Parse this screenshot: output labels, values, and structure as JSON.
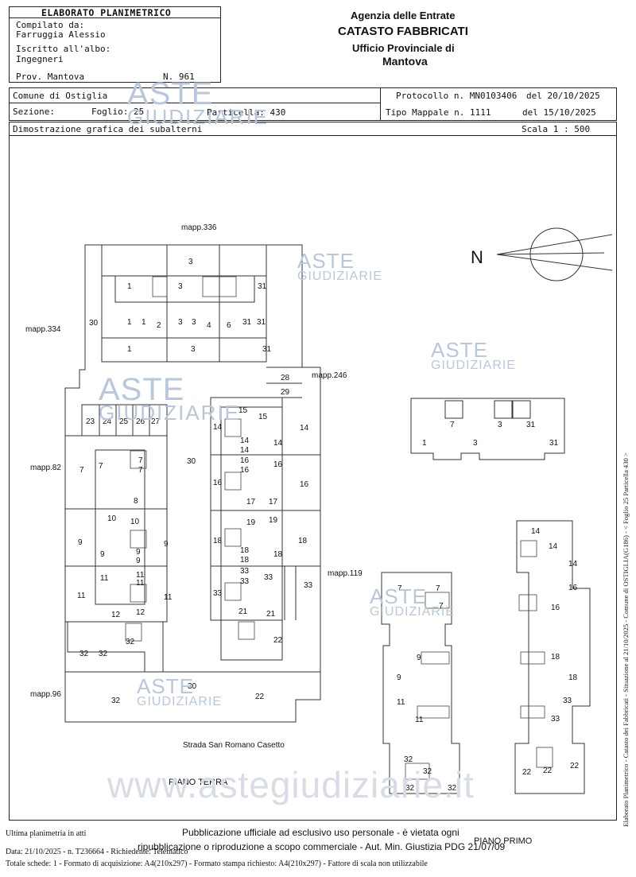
{
  "header": {
    "title": "ELABORATO PLANIMETRICO",
    "compiled_by_label": "Compilato da:",
    "compiled_by": "Farruggia Alessio",
    "registered_label": "Iscritto all'albo:",
    "registered": "Ingegneri",
    "province": "Prov. Mantova",
    "number": "N. 961",
    "agency_line1": "Agenzia delle Entrate",
    "agency_line2": "CATASTO FABBRICATI",
    "agency_line3": "Ufficio Provinciale di",
    "agency_line4": "Mantova",
    "comune": "Comune di Ostiglia",
    "sezione": "Sezione:",
    "foglio": "Foglio: 25",
    "particella": "Particella: 430",
    "protocollo": "Protocollo n. MN0103406",
    "protocollo_date": "del  20/10/2025",
    "tipo_mappale": "Tipo Mappale n. 1111",
    "tipo_date": "del 15/10/2025",
    "dimostrazione": "Dimostrazione grafica dei subalterni",
    "scala": "Scala 1 : 500"
  },
  "watermark": {
    "line1": "ASTE",
    "line2": "GIUDIZIARIE",
    "site": "www.astegiudiziarie.it"
  },
  "plan": {
    "north": "N",
    "mapp_336": "mapp.336",
    "mapp_334": "mapp.334",
    "mapp_246": "mapp.246",
    "mapp_82": "mapp.82",
    "mapp_119": "mapp.119",
    "mapp_96": "mapp.96",
    "road": "Strada San Romano Casetto",
    "piano_terra": "PIANO TERRA",
    "piano_primo": "PIANO PRIMO"
  },
  "side_text": "Elaborato Planimetrico - Catasto dei Fabbricati - Situazione al 21/10/2025 - Comune di OSTIGLIA(G186) - < Foglio 25 Particella 430 >",
  "footer": {
    "ultima": "Ultima planimetria in atti",
    "pub1": "Pubblicazione ufficiale ad esclusivo uso personale - è vietata ogni",
    "pub2": "ripubblicazione o riproduzione a scopo commerciale - Aut. Min. Giustizia PDG 21/07/09",
    "data": "Data: 21/10/2025 - n. T236664 - Richiedente: Telematico",
    "totale": "Totale schede: 1 - Formato di acquisizione: A4(210x297)  - Formato stampa richiesto: A4(210x297) - Fattore di scala non utilizzabile"
  }
}
